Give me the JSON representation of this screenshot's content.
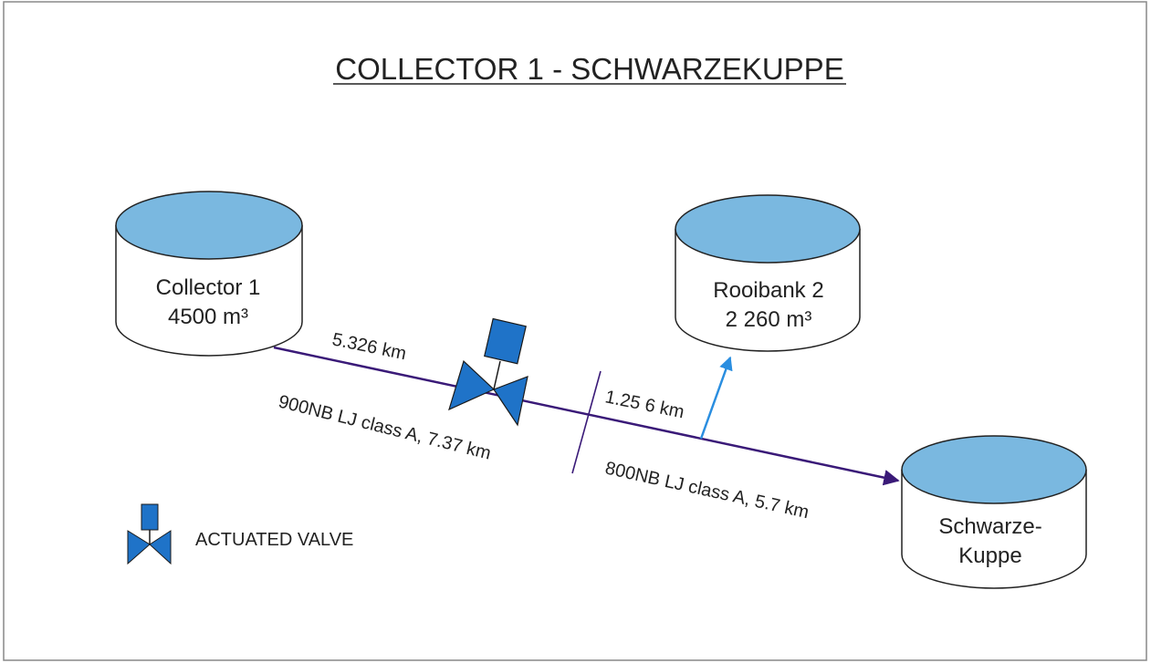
{
  "title": "COLLECTOR 1 - SCHWARZEKUPPE",
  "tanks": {
    "collector": {
      "name": "Collector 1",
      "volume": "4500 m³"
    },
    "rooibank": {
      "name": "Rooibank 2",
      "volume": "2 260 m³"
    },
    "schwarze": {
      "name_line1": "Schwarze-",
      "name_line2": "Kuppe"
    }
  },
  "pipes": {
    "upper_segment": "5.326  km",
    "main_pipe": "900NB LJ class A,  7.37 km",
    "branch": "1.25 6 km",
    "lower_pipe": "800NB LJ class A,  5.7  km"
  },
  "legend": {
    "valve_label": "ACTUATED VALVE"
  },
  "colors": {
    "tank_top": "#7ab8e0",
    "pipe": "#3a1a78",
    "branch_arrow": "#2a8ee0",
    "valve": "#1f73c8",
    "frame": "#888888"
  }
}
